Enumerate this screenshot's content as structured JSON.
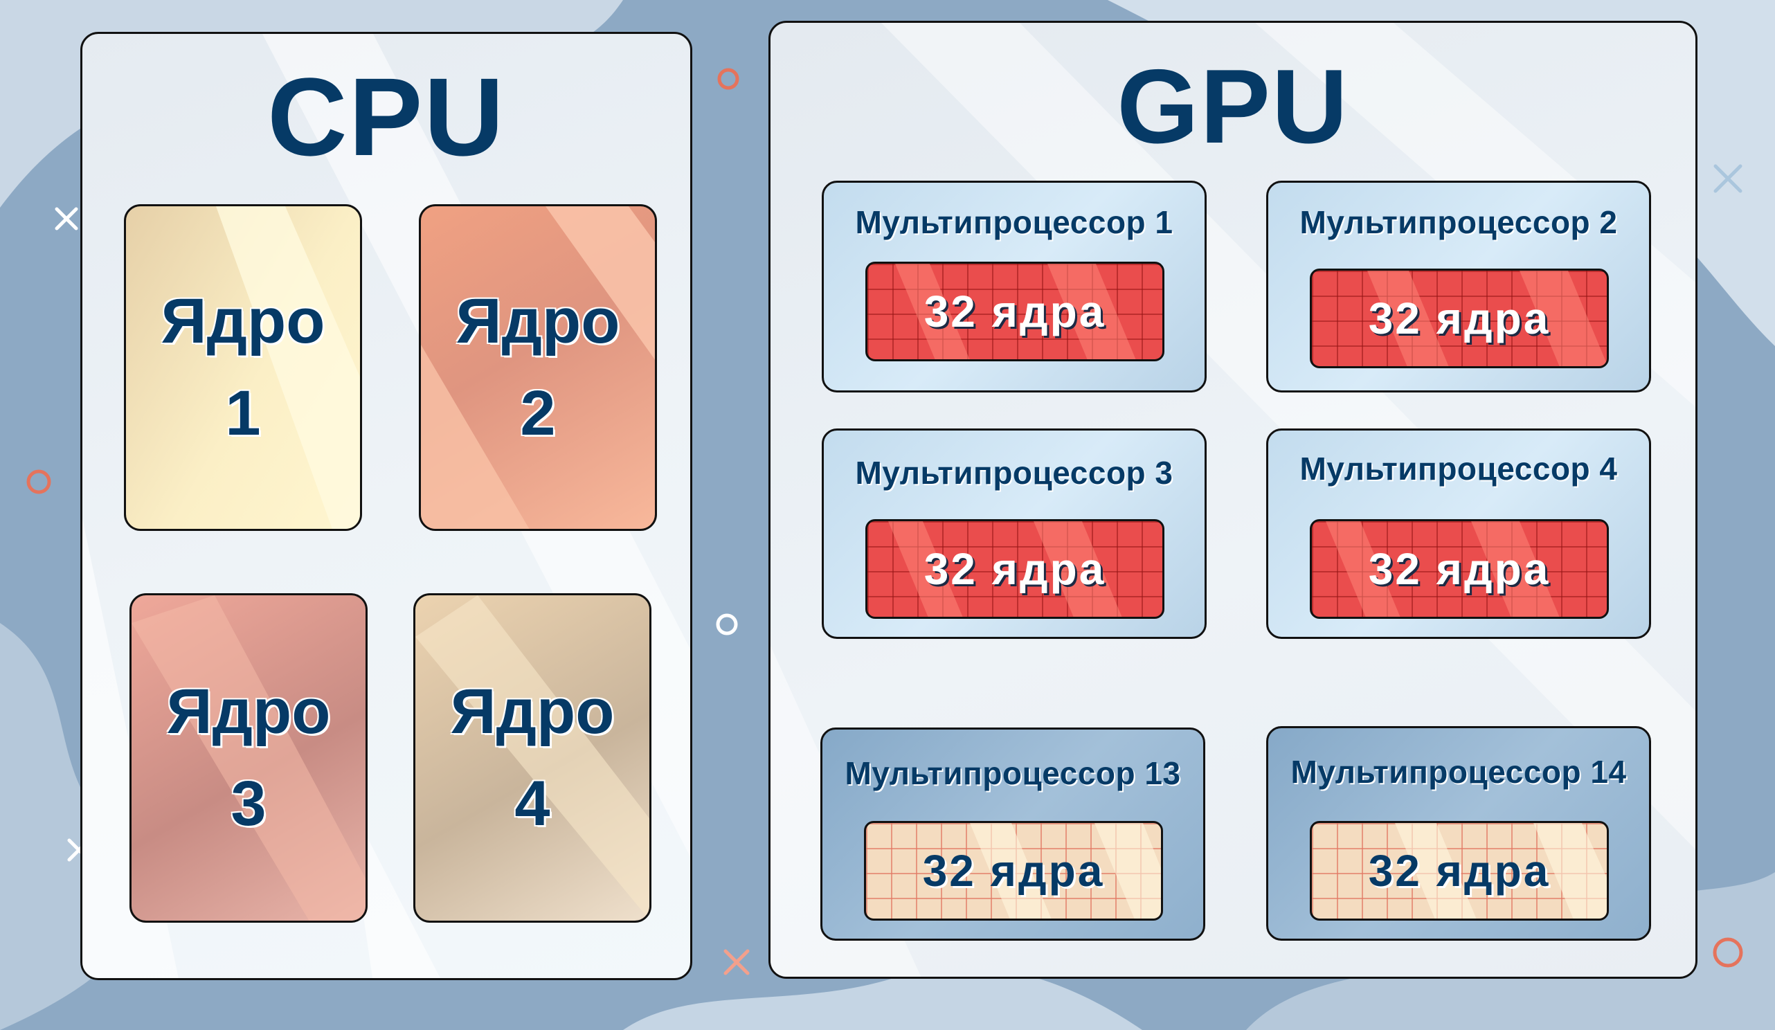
{
  "colors": {
    "background": "#8da9c4",
    "title": "#063a66",
    "core_red": "#ea4d4d",
    "core_cream": "#f4dcc0"
  },
  "cpu": {
    "title": "CPU",
    "cores": [
      {
        "label": "Ядро\n1"
      },
      {
        "label": "Ядро\n2"
      },
      {
        "label": "Ядро\n3"
      },
      {
        "label": "Ядро\n4"
      }
    ]
  },
  "gpu": {
    "title": "GPU",
    "multiprocessors": [
      {
        "title": "Мультипроцессор 1",
        "cores": "32 ядра"
      },
      {
        "title": "Мультипроцессор 2",
        "cores": "32 ядра"
      },
      {
        "title": "Мультипроцессор 3",
        "cores": "32 ядра"
      },
      {
        "title": "Мультипроцессор 4",
        "cores": "32 ядра"
      },
      {
        "title": "Мультипроцессор 13",
        "cores": "32 ядра"
      },
      {
        "title": "Мультипроцессор 14",
        "cores": "32 ядра"
      }
    ]
  }
}
